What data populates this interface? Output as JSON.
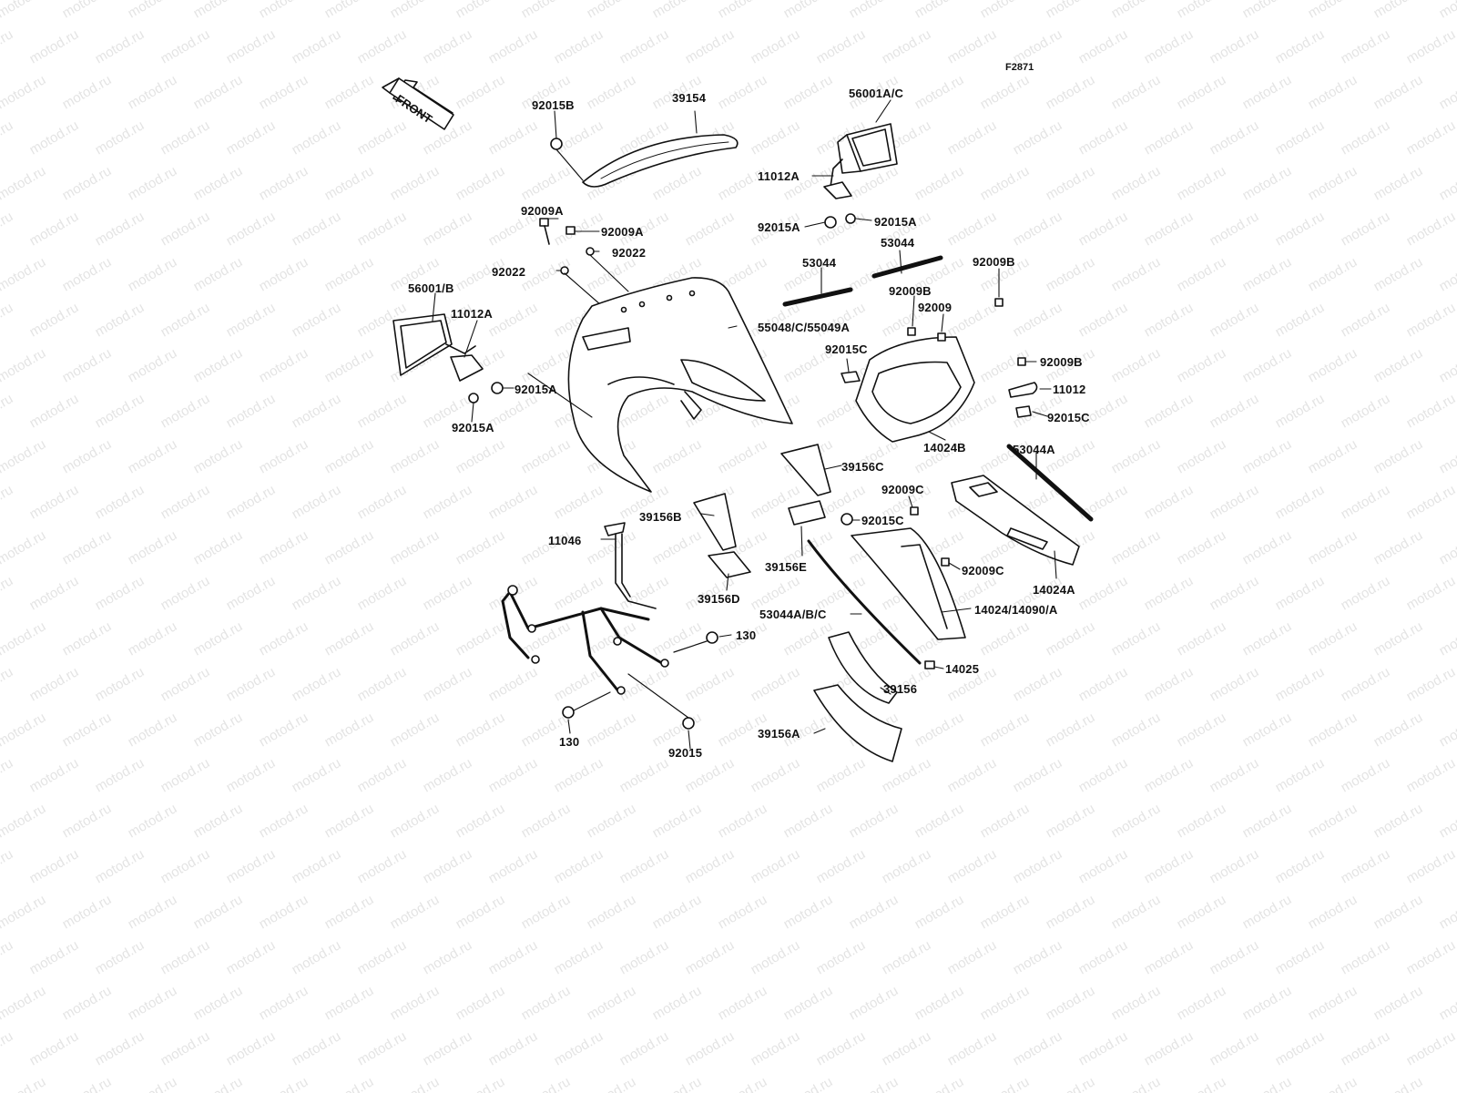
{
  "diagram_code": "F2871",
  "front_label": "FRONT",
  "watermark_text": "motod.ru",
  "labels": {
    "p92015B": "92015B",
    "p39154": "39154",
    "p56001AC": "56001A/C",
    "p11012A_r": "11012A",
    "p92015A_r1": "92015A",
    "p92015A_r2": "92015A",
    "p92009A_1": "92009A",
    "p92009A_2": "92009A",
    "p92022_1": "92022",
    "p92022_2": "92022",
    "p53044_1": "53044",
    "p53044_2": "53044",
    "p92009B_1": "92009B",
    "p56001B": "56001/B",
    "p11012A_l": "11012A",
    "p55048": "55048/C/55049A",
    "p92009B_2": "92009B",
    "p92009": "92009",
    "p92015A_l1": "92015A",
    "p92015A_l2": "92015A",
    "p92015C_1": "92015C",
    "p92009B_3": "92009B",
    "p11012": "11012",
    "p92015C_2": "92015C",
    "p14024B": "14024B",
    "p53044A": "53044A",
    "p39156C": "39156C",
    "p92009C_1": "92009C",
    "p92015C_3": "92015C",
    "p39156B": "39156B",
    "p11046": "11046",
    "p39156E": "39156E",
    "p92009C_2": "92009C",
    "p14024A": "14024A",
    "p39156D": "39156D",
    "p53044ABC": "53044A/B/C",
    "p14024_14090": "14024/14090/A",
    "p130_1": "130",
    "p14025": "14025",
    "p39156": "39156",
    "p130_2": "130",
    "p92015": "92015",
    "p39156A": "39156A"
  }
}
